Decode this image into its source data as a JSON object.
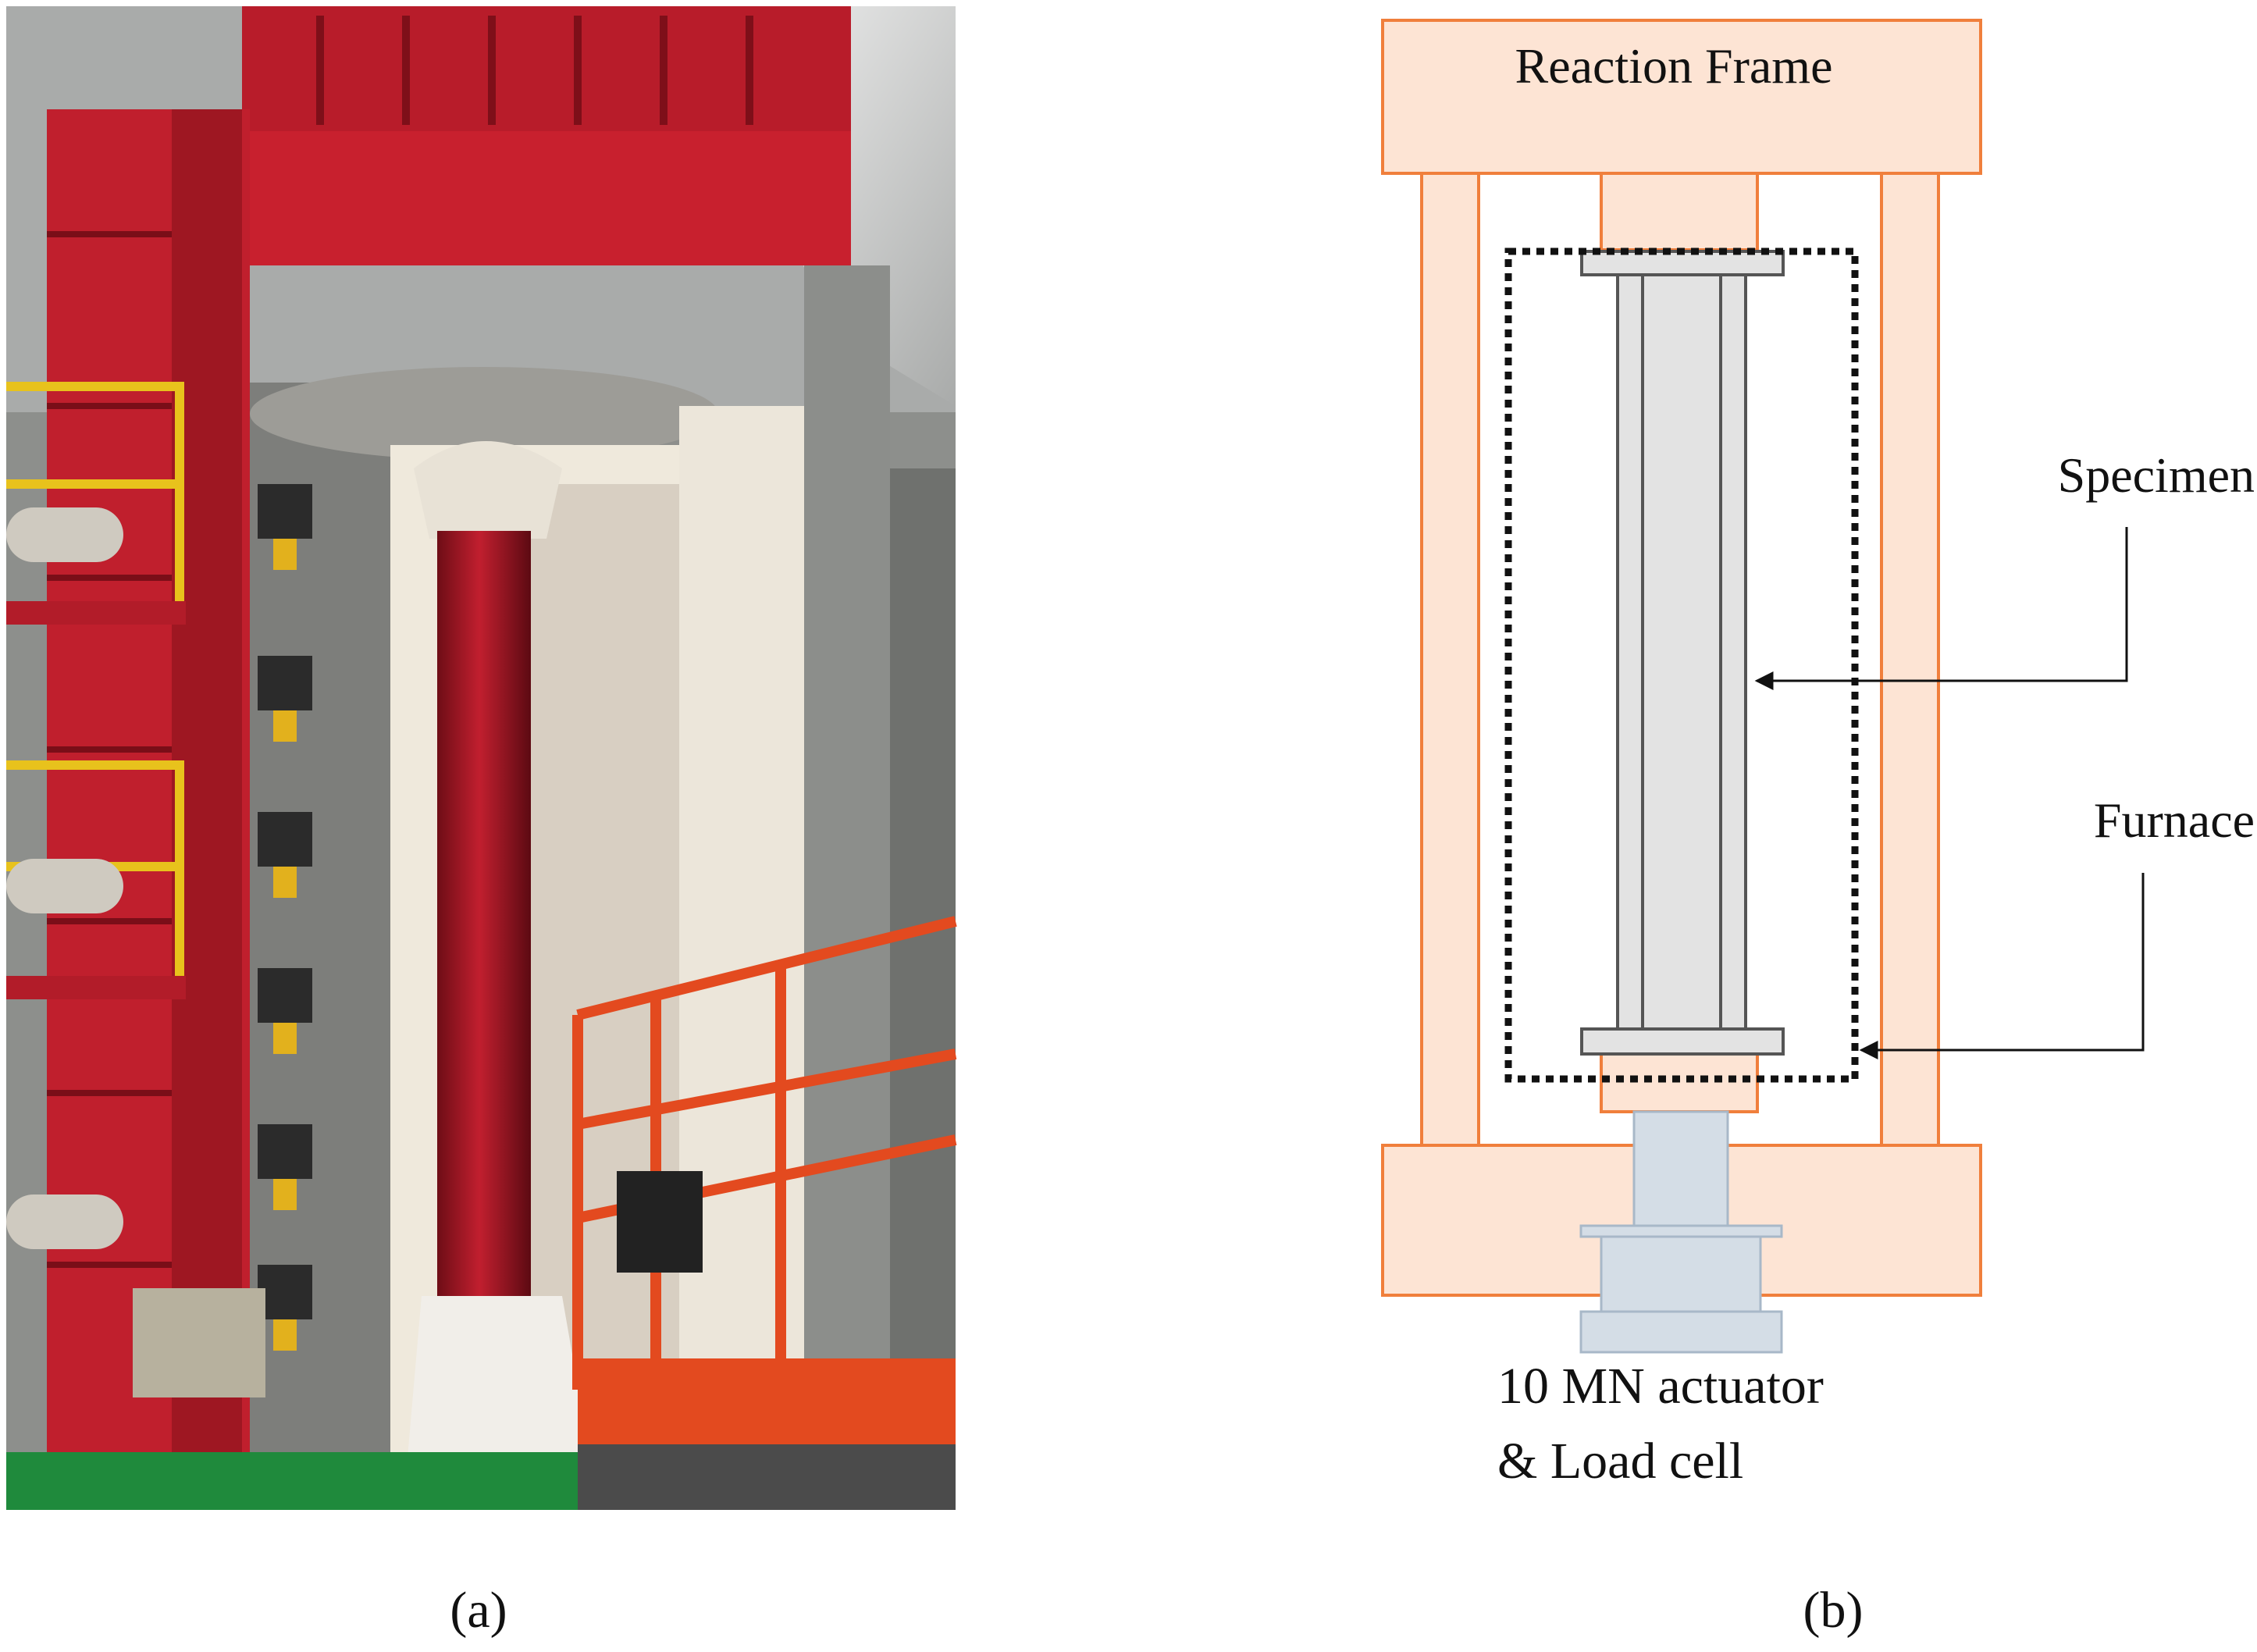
{
  "panel_a": {
    "caption": "(a)",
    "photo": {
      "description_icon": "furnace-test-photo-icon"
    },
    "colors": {
      "frame_red": "#c8202e",
      "platform_orange": "#e34a1f",
      "insulation": "#efe9dc",
      "floor_green": "#1f8a3c"
    }
  },
  "panel_b": {
    "caption": "(b)",
    "labels": {
      "reaction_frame": "Reaction Frame",
      "specimen": "Specimen",
      "furnace": "Furnace",
      "actuator_line1": "10 MN actuator",
      "actuator_line2": "& Load cell"
    },
    "colors": {
      "frame_fill": "#fde4d4",
      "frame_stroke": "#f07f3c",
      "specimen_fill": "#e3e3e3",
      "specimen_stroke": "#555555",
      "actuator_fill": "#d4dde6",
      "actuator_stroke": "#a8b8c8"
    }
  }
}
